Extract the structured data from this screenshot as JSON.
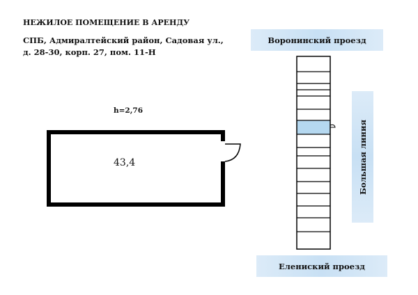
{
  "title": "НЕЖИЛОЕ ПОМЕЩЕНИЕ В АРЕНДУ",
  "address_line1": "СПБ, Адмиралтейский район, Садовая ул.,",
  "address_line2": "д. 28-30, корп. 27, пом. 11-Н",
  "ceiling_height": "h=2,76",
  "room_area": "43,4",
  "roads": {
    "top": "Воронинский проезд",
    "bottom": "Елениский проезд",
    "right": "Большая линия"
  },
  "colors": {
    "highlight": "#b5d8f0",
    "road": "#cfe4f6"
  }
}
